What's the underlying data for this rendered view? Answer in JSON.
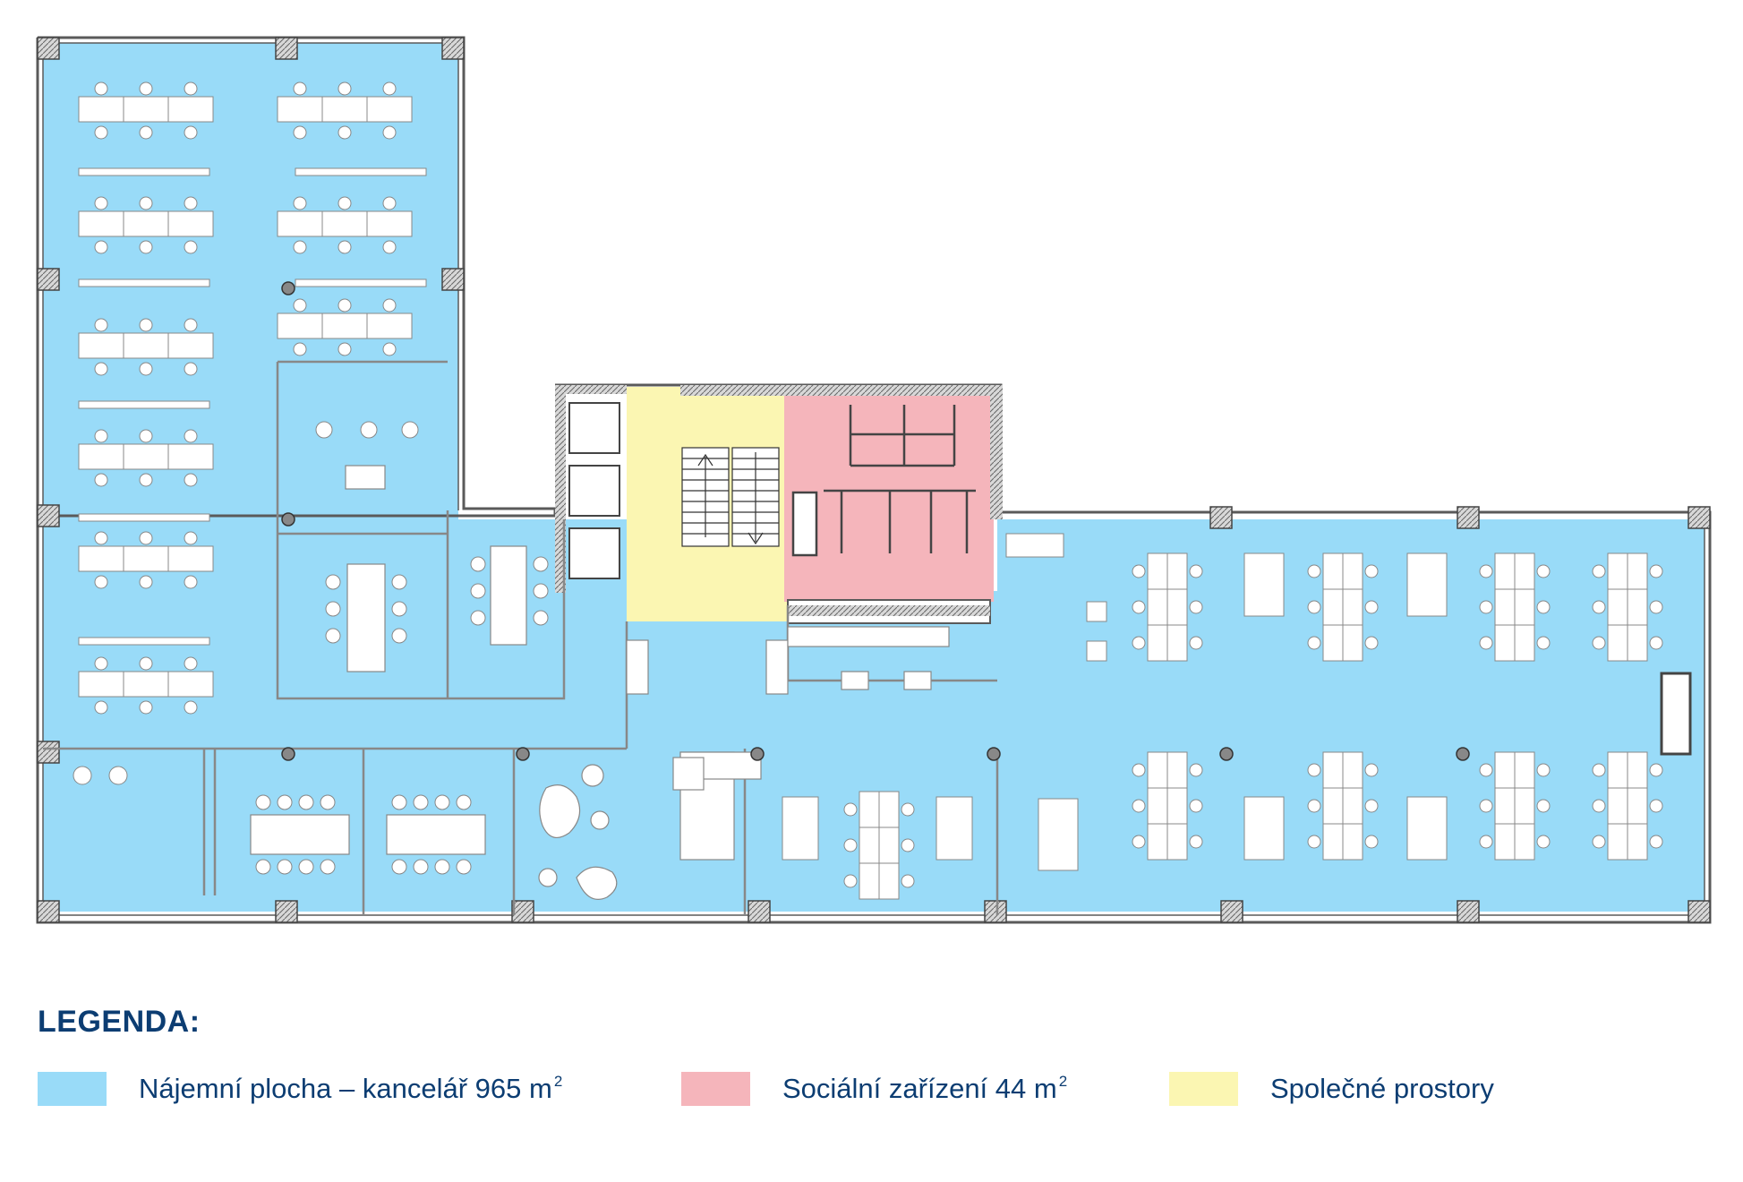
{
  "legend": {
    "title": "LEGENDA:",
    "items": [
      {
        "label": "Nájemní plocha – kancelář 965 m",
        "sup": "2",
        "color": "#99dbf8"
      },
      {
        "label": "Sociální zařízení 44 m",
        "sup": "2",
        "color": "#f5b5bb"
      },
      {
        "label": "Společné prostory",
        "sup": "",
        "color": "#fbf6b2"
      }
    ]
  },
  "colors": {
    "office": "#99dbf8",
    "sanitary": "#f5b5bb",
    "common": "#fbf6b2",
    "wall": "#5a5a5a",
    "furniture": "#ffffff"
  }
}
